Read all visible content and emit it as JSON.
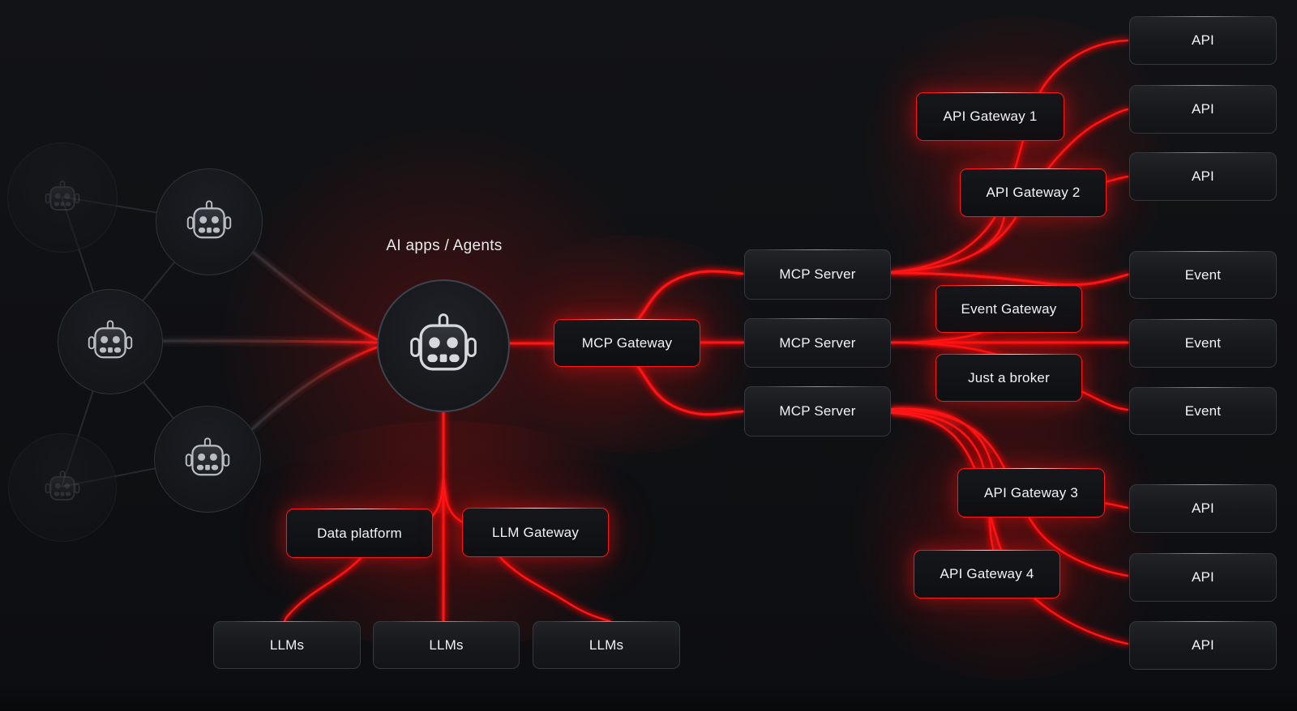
{
  "title": "AI apps / Agents",
  "colors": {
    "background": "#0f1013",
    "accent_red": "#ff1212",
    "box_dark": "#17181c",
    "box_border_dark": "#35393f",
    "text": "#f2f3f5"
  },
  "icons": {
    "agent": "robot-icon"
  },
  "gateways": {
    "mcp": "MCP Gateway",
    "api1": "API Gateway 1",
    "api2": "API Gateway 2",
    "event": "Event Gateway",
    "broker": "Just a broker",
    "api3": "API Gateway 3",
    "api4": "API Gateway 4",
    "data_platform": "Data platform",
    "llm": "LLM Gateway"
  },
  "servers": [
    {
      "label": "MCP Server"
    },
    {
      "label": "MCP Server"
    },
    {
      "label": "MCP Server"
    }
  ],
  "endpoints": {
    "apis_top": [
      {
        "label": "API"
      },
      {
        "label": "API"
      },
      {
        "label": "API"
      }
    ],
    "events": [
      {
        "label": "Event"
      },
      {
        "label": "Event"
      },
      {
        "label": "Event"
      }
    ],
    "apis_bottom": [
      {
        "label": "API"
      },
      {
        "label": "API"
      },
      {
        "label": "API"
      }
    ],
    "llms": [
      {
        "label": "LLMs"
      },
      {
        "label": "LLMs"
      },
      {
        "label": "LLMs"
      }
    ]
  }
}
